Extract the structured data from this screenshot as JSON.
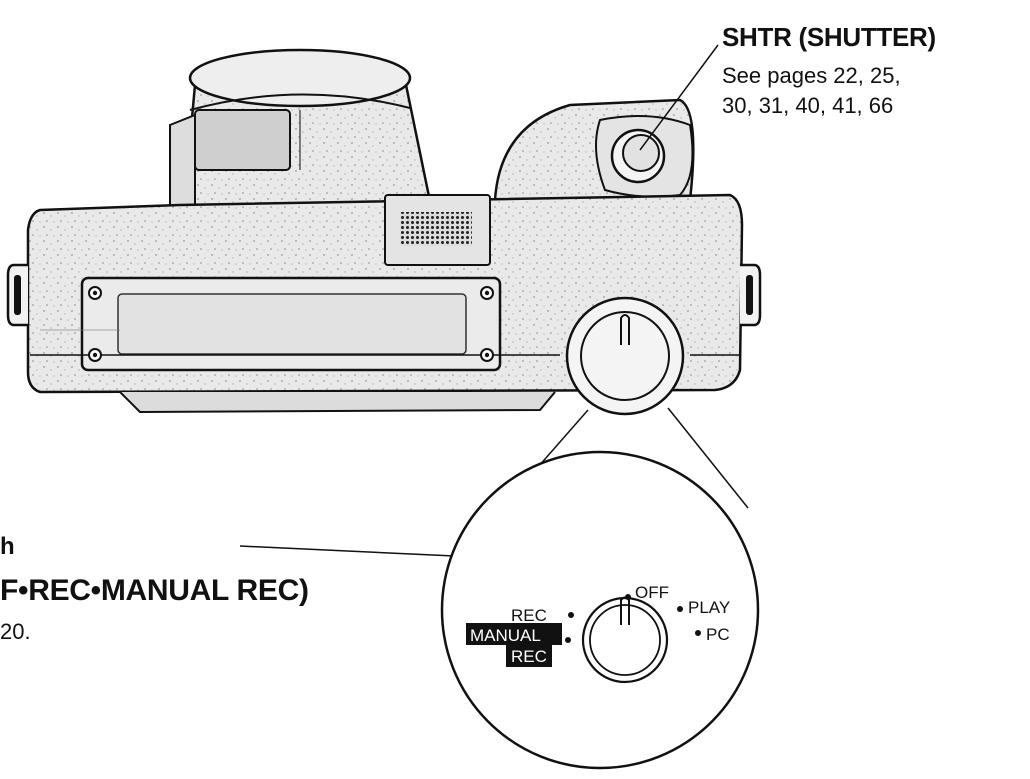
{
  "shutter": {
    "title": "SHTR (SHUTTER)",
    "pages_line1": "See pages 22, 25,",
    "pages_line2": "30, 31, 40, 41, 66"
  },
  "mode_switch": {
    "title_fragment": "h",
    "modes_fragment": "F•REC•MANUAL REC)",
    "pages_fragment": "20."
  },
  "dial_detail": {
    "rec": "REC",
    "off": "OFF",
    "play": "PLAY",
    "pc": "PC",
    "manual_line1": "MANUAL",
    "manual_line2": "REC"
  }
}
